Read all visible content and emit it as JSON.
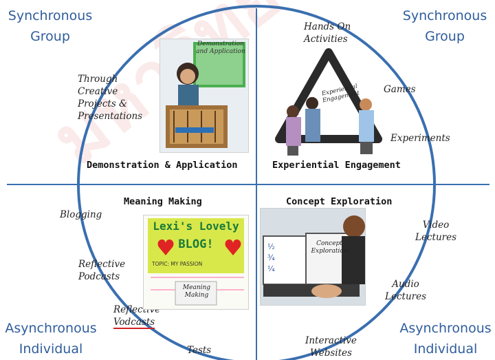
{
  "watermark": "มหาวิทยาลัย",
  "corners": {
    "top_left": {
      "line1": "Synchronous",
      "line2": "Group"
    },
    "top_right": {
      "line1": "Synchronous",
      "line2": "Group"
    },
    "bottom_left": {
      "line1": "Asynchronous",
      "line2": "Individual"
    },
    "bottom_right": {
      "line1": "Asynchronous",
      "line2": "Individual"
    }
  },
  "quadrants": {
    "top_left": {
      "title": "Demonstration & Application",
      "items": [
        "Through",
        "Creative",
        "Projects &",
        "Presentations"
      ],
      "photo_caption": [
        "Demonstration",
        "and Application"
      ]
    },
    "top_right": {
      "title": "Experiential Engagement",
      "items": [
        "Hands On",
        "Activities",
        "Games",
        "Experiments"
      ],
      "photo_caption": [
        "Experiential",
        "Engagement"
      ]
    },
    "bottom_left": {
      "title": "Meaning Making",
      "items": [
        "Blogging",
        "Reflective",
        "Podcasts",
        "Reflective",
        "Vodcasts",
        "Tests"
      ],
      "photo_caption": [
        "Meaning",
        "Making"
      ],
      "blog_title_1": "Lexi's Lovely",
      "blog_title_2": "BLOG!",
      "blog_topic": "TOPIC: MY PASSION"
    },
    "bottom_right": {
      "title": "Concept Exploration",
      "items": [
        "Video",
        "Lectures",
        "Audio",
        "Lectures",
        "Interactive",
        "Websites"
      ],
      "photo_caption": [
        "Concept",
        "Exploration"
      ],
      "screen_math": [
        "½",
        "¾",
        "¼"
      ]
    }
  },
  "colors": {
    "circle": "#3a6fb0",
    "axis": "#3a6fb0",
    "corner_text": "#2f5d9c",
    "underline": "#d02020"
  }
}
